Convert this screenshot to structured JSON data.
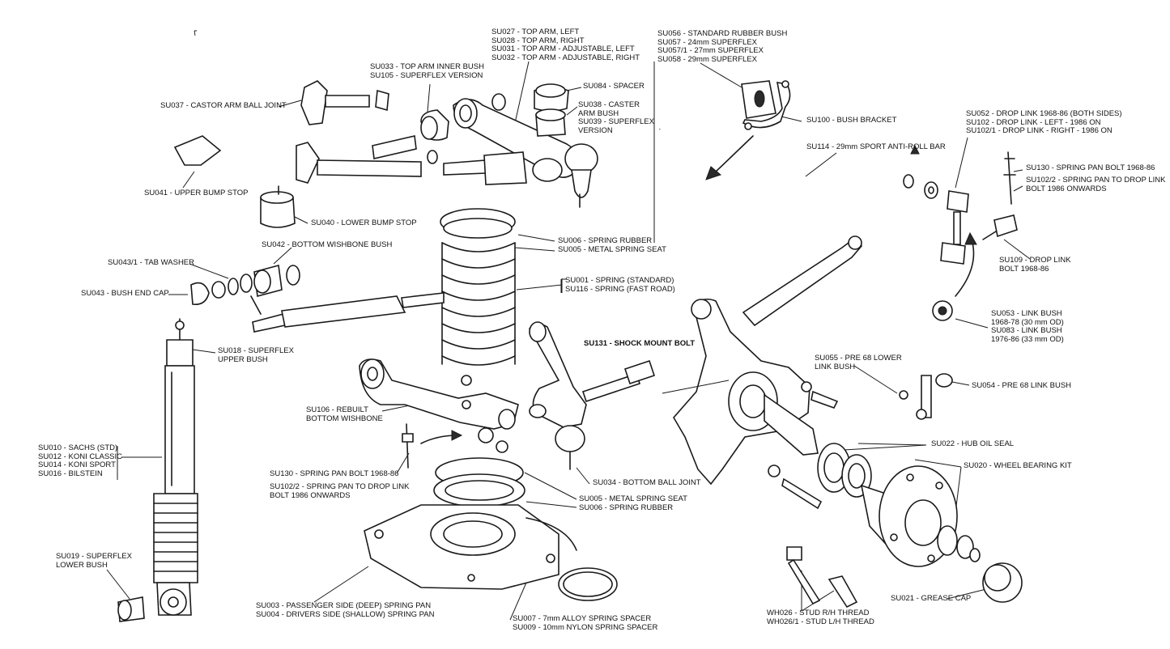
{
  "labels": {
    "su027": [
      "SU027 - TOP ARM, LEFT",
      "SU028 - TOP ARM, RIGHT",
      "SU031 - TOP ARM - ADJUSTABLE, LEFT",
      "SU032 - TOP ARM - ADJUSTABLE, RIGHT"
    ],
    "su056": [
      "SU056 - STANDARD RUBBER BUSH",
      "SU057 - 24mm SUPERFLEX",
      "SU057/1 - 27mm SUPERFLEX",
      "SU058 - 29mm SUPERFLEX"
    ],
    "su033": [
      "SU033 - TOP ARM INNER BUSH",
      "SU105 - SUPERFLEX VERSION"
    ],
    "su084": [
      "SU084 - SPACER"
    ],
    "su038": [
      "SU038 - CASTER",
      "ARM BUSH",
      "SU039 - SUPERFLEX",
      "VERSION"
    ],
    "su037": [
      "SU037 - CASTOR ARM BALL JOINT"
    ],
    "su100": [
      "SU100 - BUSH BRACKET"
    ],
    "su052": [
      "SU052 - DROP LINK 1968-86 (BOTH SIDES)",
      "SU102 - DROP LINK - LEFT - 1986 ON",
      "SU102/1 - DROP LINK - RIGHT - 1986 ON"
    ],
    "su114": [
      "SU114 - 29mm SPORT ANTI-ROLL BAR"
    ],
    "su130r": [
      "SU130 - SPRING PAN BOLT 1968-86"
    ],
    "su1022r": [
      "SU102/2 - SPRING PAN TO DROP LINK",
      "BOLT 1986 ONWARDS"
    ],
    "su041": [
      "SU041 - UPPER BUMP STOP"
    ],
    "su040": [
      "SU040 - LOWER BUMP STOP"
    ],
    "su006a": [
      "SU006 - SPRING RUBBER",
      "SU005 - METAL SPRING SEAT"
    ],
    "su042": [
      "SU042 - BOTTOM WISHBONE BUSH"
    ],
    "su043_1": [
      "SU043/1 - TAB WASHER"
    ],
    "su109": [
      "SU109 - DROP LINK",
      "BOLT 1968-86"
    ],
    "su001": [
      "SU001 - SPRING (STANDARD)",
      "SU116 - SPRING (FAST ROAD)"
    ],
    "su043": [
      "SU043 - BUSH END CAP"
    ],
    "su053": [
      "SU053 - LINK BUSH",
      "1968-78 (30 mm OD)",
      "SU083 - LINK BUSH",
      "1976-86 (33 mm OD)"
    ],
    "su018": [
      "SU018 - SUPERFLEX",
      "UPPER BUSH"
    ],
    "su131": [
      "SU131 - SHOCK MOUNT BOLT"
    ],
    "su055": [
      "SU055 - PRE 68 LOWER",
      "LINK BUSH"
    ],
    "su054": [
      "SU054 - PRE 68 LINK BUSH"
    ],
    "su106": [
      "SU106 - REBUILT",
      "BOTTOM WISHBONE"
    ],
    "su022": [
      "SU022 - HUB OIL SEAL"
    ],
    "su010": [
      "SU010 - SACHS (STD)",
      "SU012 - KONI CLASSIC",
      "SU014 - KONI SPORT",
      "SU016 - BILSTEIN"
    ],
    "su020": [
      "SU020 - WHEEL BEARING KIT"
    ],
    "su130l": [
      "SU130 - SPRING PAN BOLT 1968-86"
    ],
    "su034": [
      "SU034 - BOTTOM BALL JOINT"
    ],
    "su1022l": [
      "SU102/2 - SPRING PAN TO DROP LINK",
      "BOLT 1986 ONWARDS"
    ],
    "su005b": [
      "SU005 - METAL SPRING SEAT",
      "SU006 - SPRING RUBBER"
    ],
    "su019": [
      "SU019 - SUPERFLEX",
      "LOWER BUSH"
    ],
    "su021": [
      "SU021 - GREASE CAP"
    ],
    "su003": [
      "SU003 - PASSENGER SIDE (DEEP) SPRING PAN",
      "SU004 - DRIVERS SIDE (SHALLOW) SPRING PAN"
    ],
    "wh026": [
      "WH026 - STUD R/H THREAD",
      "WH026/1 - STUD L/H THREAD"
    ],
    "su007": [
      "SU007 - 7mm ALLOY SPRING SPACER",
      "SU009 - 10mm NYLON SPRING SPACER"
    ]
  }
}
